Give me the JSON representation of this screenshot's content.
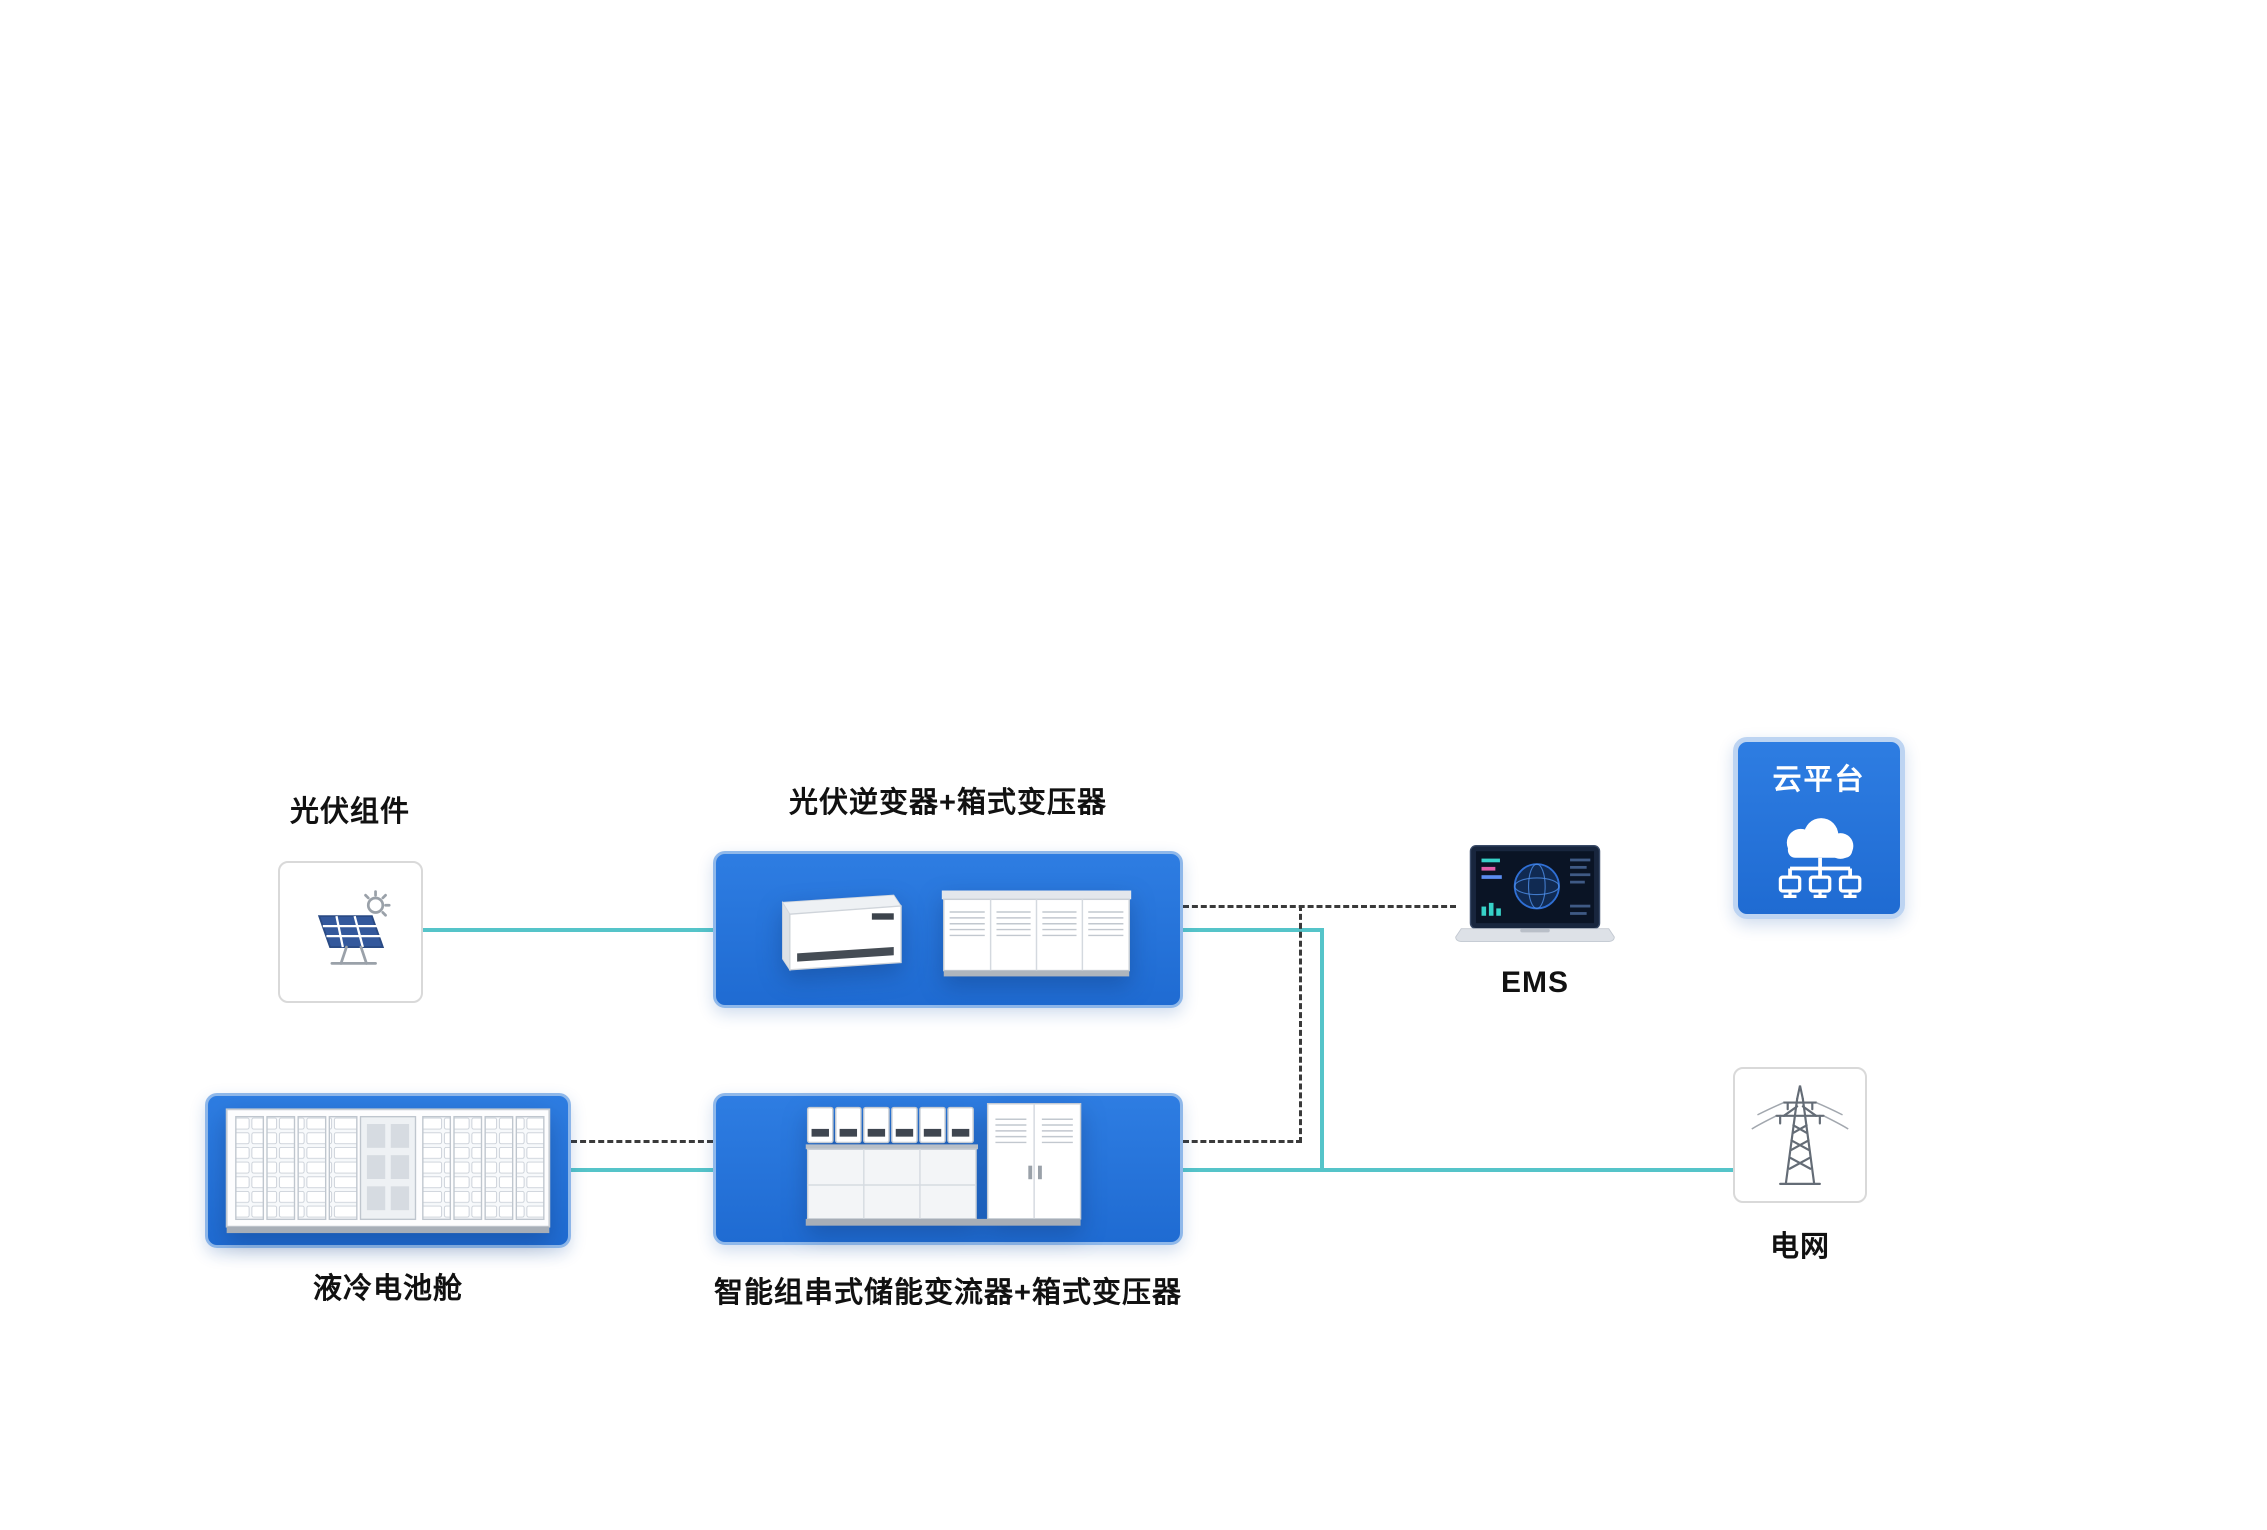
{
  "diagram": {
    "nodes": {
      "pv_modules": {
        "label": "光伏组件",
        "icon": "solar-panel-icon"
      },
      "pv_inverter": {
        "label": "光伏逆变器+箱式变压器",
        "icons": [
          "pv-inverter-icon",
          "box-transformer-icon"
        ]
      },
      "ems": {
        "label": "EMS",
        "icon": "ems-dashboard-laptop-icon"
      },
      "cloud": {
        "label": "云平台",
        "icon": "cloud-network-icon"
      },
      "battery": {
        "label": "液冷电池舱",
        "icon": "battery-container-icon"
      },
      "storage_converter": {
        "label": "智能组串式储能变流器+箱式变压器",
        "icons": [
          "string-pcs-icon",
          "box-transformer-icon"
        ]
      },
      "grid": {
        "label": "电网",
        "icon": "transmission-tower-icon"
      }
    },
    "connections": [
      {
        "from": "pv_modules",
        "to": "pv_inverter",
        "type": "power"
      },
      {
        "from": "pv_inverter",
        "to": "grid",
        "type": "power"
      },
      {
        "from": "battery",
        "to": "storage_converter",
        "type": "power"
      },
      {
        "from": "storage_converter",
        "to": "grid",
        "type": "power"
      },
      {
        "from": "pv_inverter",
        "to": "ems",
        "type": "signal"
      },
      {
        "from": "ems",
        "to": "storage_converter",
        "type": "signal"
      },
      {
        "from": "battery",
        "to": "storage_converter",
        "type": "signal"
      }
    ],
    "colors": {
      "node_blue": "#1f6bd2",
      "node_blue_border": "#8fb8ea",
      "power_line_teal": "#55c4c9",
      "signal_line_dark": "#3a3a3a",
      "card_border_gray": "#d9d9d9",
      "label_color": "#111111"
    }
  }
}
